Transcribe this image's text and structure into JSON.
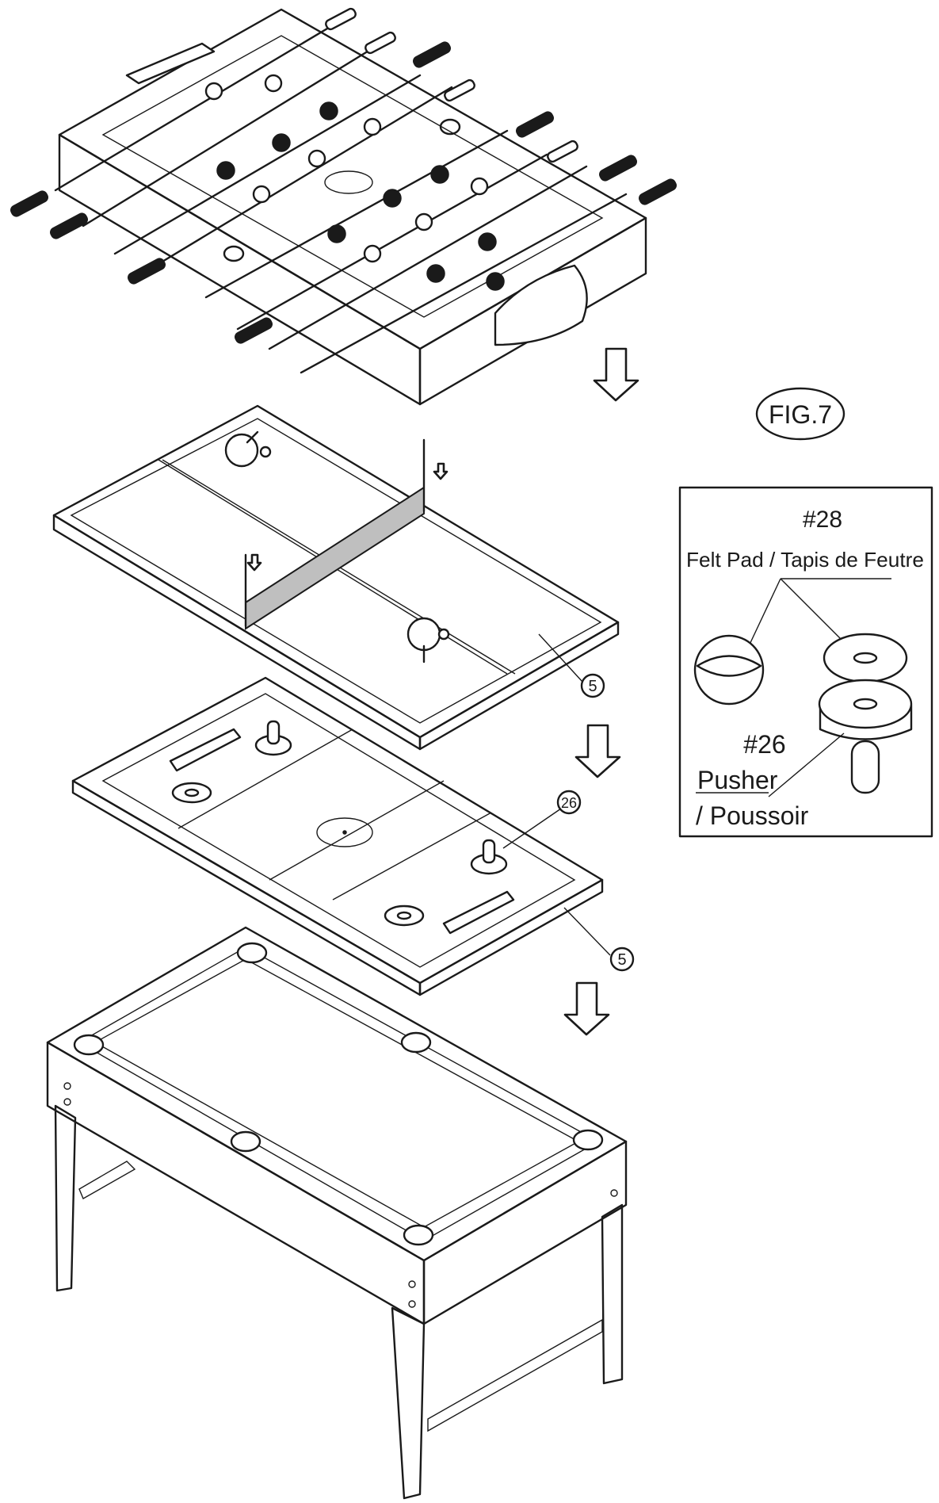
{
  "figure_label": "FIG.7",
  "callouts": {
    "part_5_top": "5",
    "part_26": "26",
    "part_5_bottom": "5"
  },
  "inset": {
    "part_28_number": "#28",
    "part_28_name": "Felt Pad / Tapis de Feutre",
    "part_26_number": "#26",
    "part_26_name_line1": "Pusher",
    "part_26_name_line2": "/ Poussoir"
  }
}
